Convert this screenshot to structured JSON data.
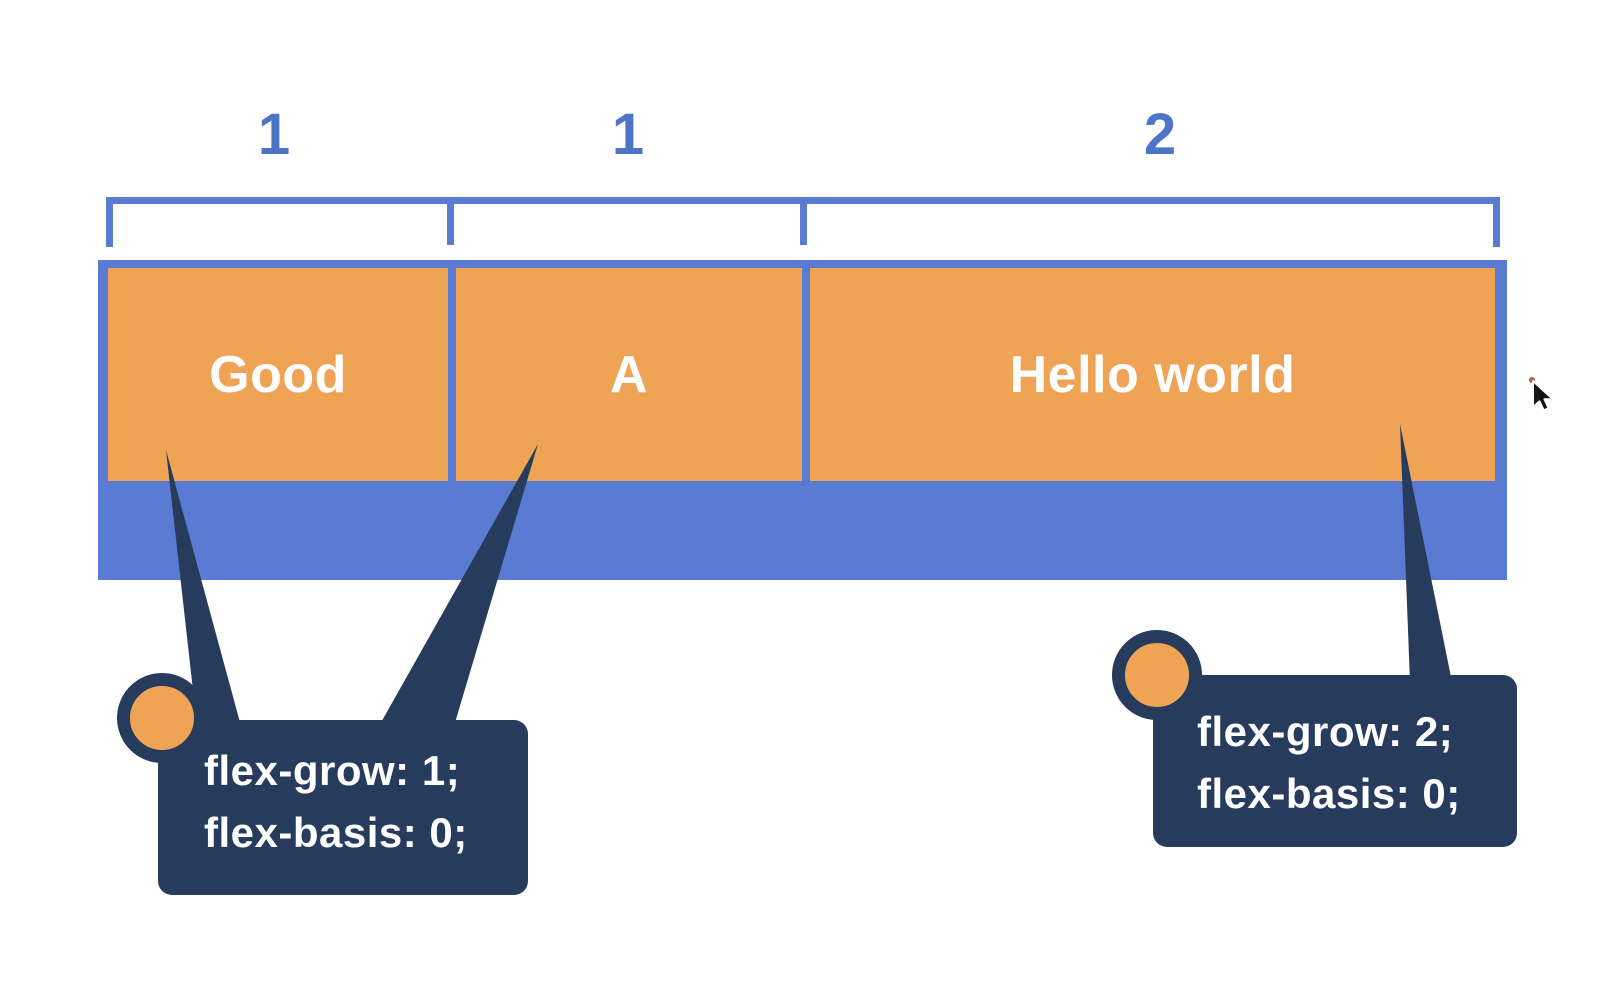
{
  "slide": {
    "description": "Flexbox sizing diagram: three flex items share the container width in a 1 : 1 : 2 ratio"
  },
  "colors": {
    "blue": "#5a7bd3",
    "number-blue": "#4d74c7",
    "orange": "#efa355",
    "navy": "#273c5c",
    "white-text": "#ffffff",
    "background": "#ffffff",
    "cursor-dot": "#b03a2e"
  },
  "ratio_labels": [
    {
      "value": "1"
    },
    {
      "value": "1"
    },
    {
      "value": "2"
    }
  ],
  "flex_items": [
    {
      "label": "Good"
    },
    {
      "label": "A"
    },
    {
      "label": "Hello world"
    }
  ],
  "callouts": [
    {
      "lines": [
        "flex-grow: 1;",
        "flex-basis: 0;"
      ]
    },
    {
      "lines": [
        "flex-grow: 2;",
        "flex-basis: 0;"
      ]
    }
  ],
  "icons": {
    "cursor": "mouse-pointer-arrow",
    "marker": "orange-circle-dot"
  }
}
